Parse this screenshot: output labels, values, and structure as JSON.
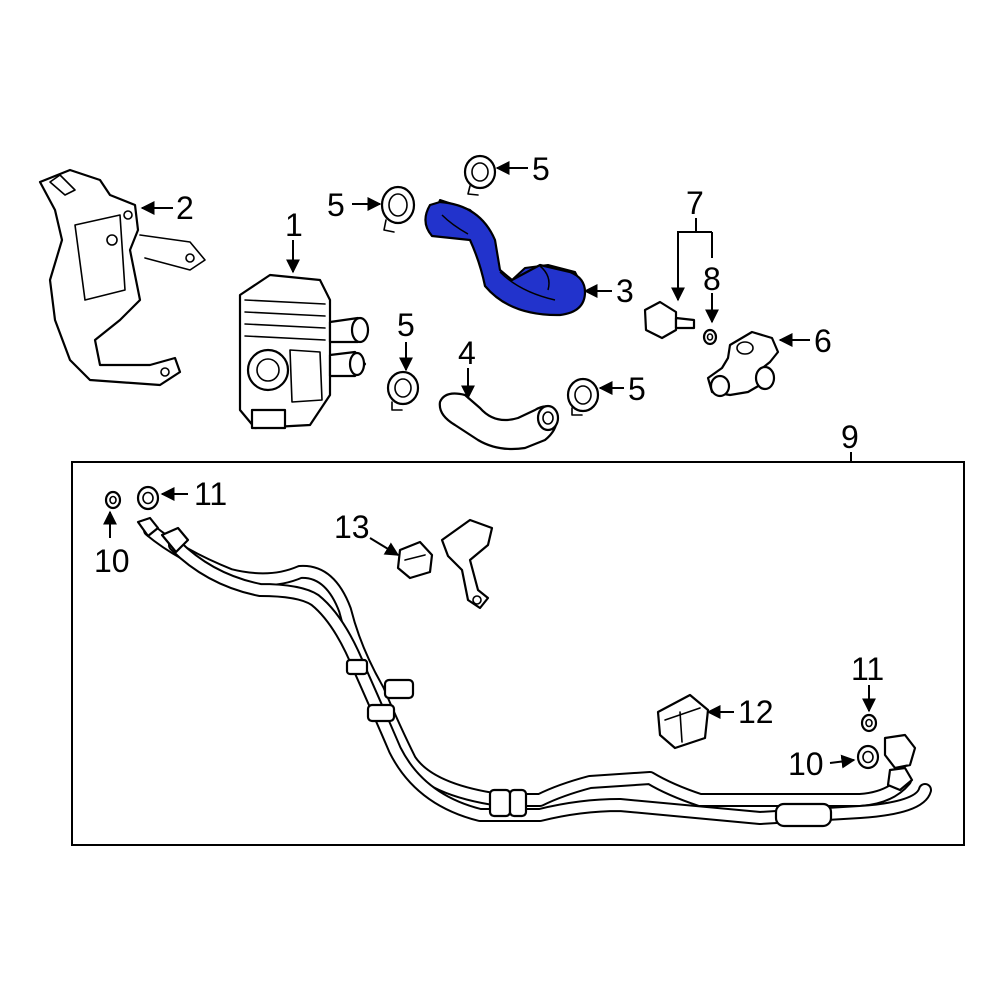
{
  "diagram": {
    "highlight_color": "#2233cc",
    "callouts": [
      {
        "id": "c1",
        "text": "1"
      },
      {
        "id": "c2",
        "text": "2"
      },
      {
        "id": "c3",
        "text": "3"
      },
      {
        "id": "c4",
        "text": "4"
      },
      {
        "id": "c5a",
        "text": "5"
      },
      {
        "id": "c5b",
        "text": "5"
      },
      {
        "id": "c5c",
        "text": "5"
      },
      {
        "id": "c5d",
        "text": "5"
      },
      {
        "id": "c6",
        "text": "6"
      },
      {
        "id": "c7",
        "text": "7"
      },
      {
        "id": "c8",
        "text": "8"
      },
      {
        "id": "c9",
        "text": "9"
      },
      {
        "id": "c10a",
        "text": "10"
      },
      {
        "id": "c10b",
        "text": "10"
      },
      {
        "id": "c11a",
        "text": "11"
      },
      {
        "id": "c11b",
        "text": "11"
      },
      {
        "id": "c12",
        "text": "12"
      },
      {
        "id": "c13",
        "text": "13"
      }
    ]
  }
}
